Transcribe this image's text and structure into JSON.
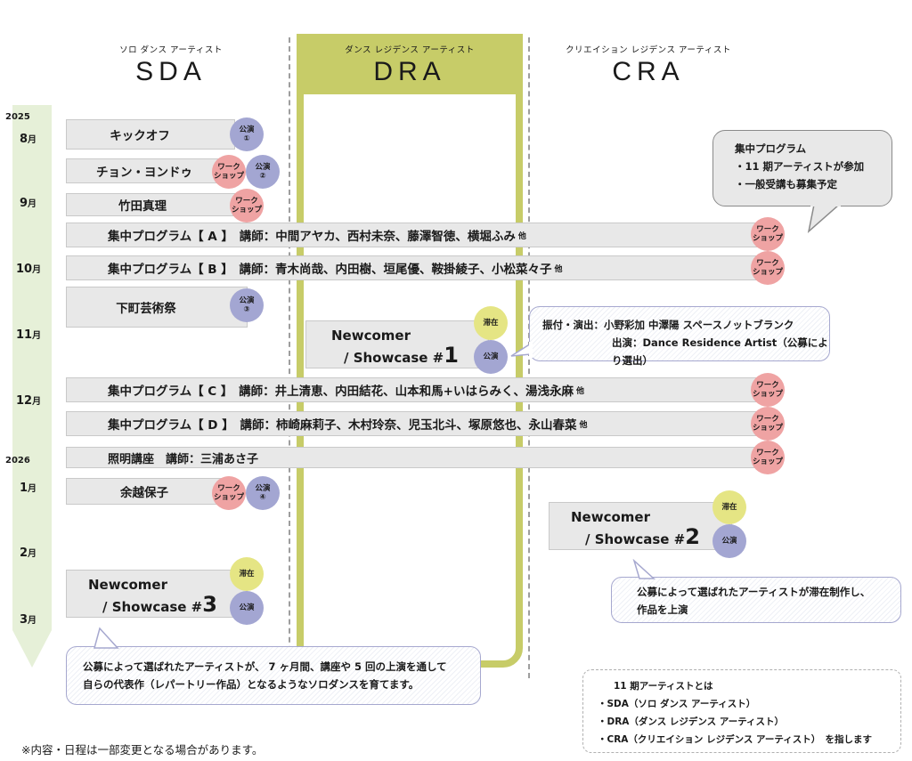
{
  "columns": {
    "sda": {
      "sub": "ソロ ダンス アーティスト",
      "title": "SDA"
    },
    "dra": {
      "sub": "ダンス レジデンス アーティスト",
      "title": "DRA"
    },
    "cra": {
      "sub": "クリエイション レジデンス アーティスト",
      "title": "CRA"
    }
  },
  "years": {
    "y2025": "2025",
    "y2026": "2026"
  },
  "month_unit": "月",
  "months": [
    "8",
    "9",
    "10",
    "11",
    "12",
    "1",
    "2",
    "3"
  ],
  "badges": {
    "perf": "公演",
    "ws1": "ワーク",
    "ws2": "ショップ",
    "stay": "滞在",
    "n1": "①",
    "n2": "②",
    "n3": "③",
    "n4": "④"
  },
  "events": {
    "kickoff": "キックオフ",
    "chon": "チョン・ヨンドゥ",
    "takeda": "竹田真理",
    "progA": "集中プログラム【 A 】　講師：中間アヤカ、西村未奈、藤澤智徳、横堀ふみ",
    "progB": "集中プログラム【 B 】　講師：青木尚哉、内田樹、垣尾優、鞍掛綾子、小松菜々子",
    "shitamachi": "下町芸術祭",
    "progC": "集中プログラム【 C 】　講師：井上清恵、内田結花、山本和馬+いはらみく、湯浅永麻",
    "progD": "集中プログラム【 D 】　講師：柿崎麻莉子、木村玲奈、児玉北斗、塚原悠也、永山春菜",
    "lighting": "照明講座　講師：三浦あさ子",
    "yokoshi": "余越保子",
    "etc": "他"
  },
  "showcase": {
    "line1": "Newcomer",
    "line2": "/ Showcase #",
    "n1": "1",
    "n2": "2",
    "n3": "3"
  },
  "callouts": {
    "intensive": {
      "l1": "集中プログラム",
      "l2": "・11 期アーティストが参加",
      "l3": "・一般受講も募集予定"
    },
    "dra": {
      "l1": "振付・演出：小野彩加 中澤陽 スペースノットブランク",
      "l2": "出演：Dance Residence Artist（公募により選出）"
    },
    "cra": {
      "l1": "公募によって選ばれたアーティストが滞在制作し、",
      "l2": "作品を上演"
    },
    "sda": {
      "l1": "公募によって選ばれたアーティストが、 7 ヶ月間、講座や 5 回の上演を通して",
      "l2": "自らの代表作（レパートリー作品）となるようなソロダンスを育てます。"
    }
  },
  "legend": {
    "title": "11 期アーティストとは",
    "l1": "・SDA（ソロ ダンス アーティスト）",
    "l2": "・DRA（ダンス レジデンス アーティスト）",
    "l3": "・CRA（クリエイション レジデンス アーティスト）　を指します"
  },
  "footnote": "※内容・日程は一部変更となる場合があります。",
  "colors": {
    "perf": "#a3a6d2",
    "workshop": "#efa3a3",
    "stay": "#e5e584",
    "dra": "#c7cc68",
    "timeline": "#e6f0d8"
  }
}
